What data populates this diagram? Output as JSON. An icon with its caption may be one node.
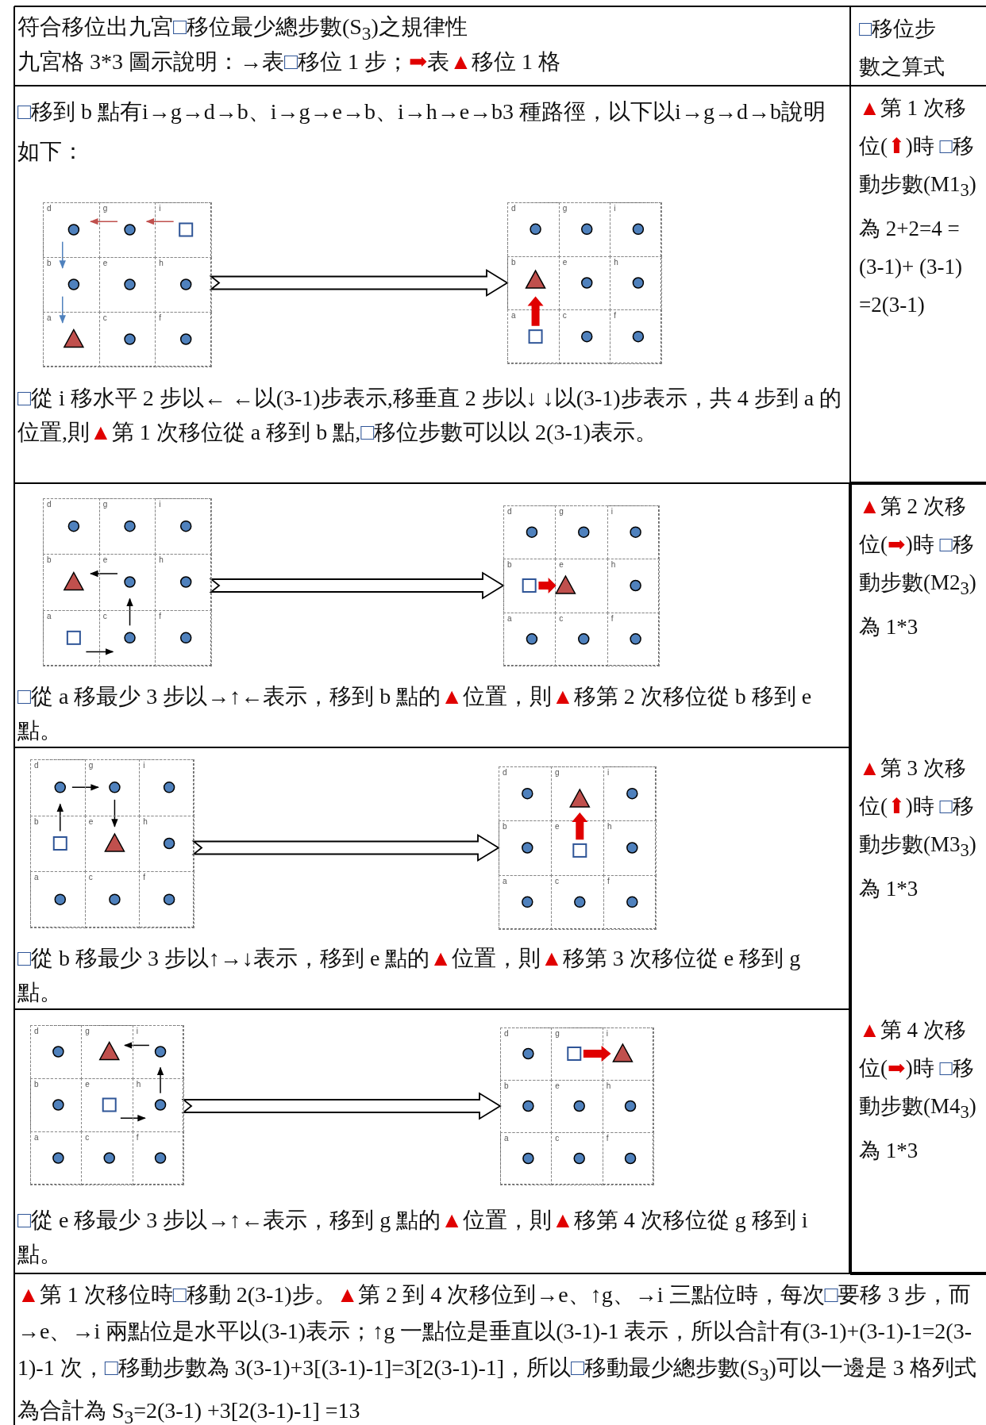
{
  "diagram": {
    "nodes": [
      {
        "text": [],
        "shape": "box"
      },
      {
        "text": [
          "d"
        ],
        "in": 0
      },
      {
        "text": [
          "g"
        ],
        "in": 0
      },
      {
        "text": [
          "i"
        ],
        "in": 0
      },
      {
        "text": [
          "b"
        ],
        "in": 0
      },
      {
        "text": [
          "e"
        ],
        "in": 0
      },
      {
        "text": [
          "h"
        ],
        "in": 0
      },
      {
        "text": [
          "a"
        ],
        "in": 0
      },
      {
        "text": [
          "c"
        ],
        "in": 0
      },
      {
        "text": [
          "f"
        ],
        "in": 0
      },
      {
        "text": [],
        "shape": "box"
      },
      {
        "text": [
          "d"
        ],
        "in": 10
      },
      {
        "text": [
          "g"
        ],
        "in": 10
      },
      {
        "text": [
          "i"
        ],
        "in": 10
      },
      {
        "text": [
          "b"
        ],
        "in": 10
      },
      {
        "text": [
          "e"
        ],
        "in": 10
      },
      {
        "text": [
          "h"
        ],
        "in": 10
      },
      {
        "text": [
          "a"
        ],
        "in": 10
      },
      {
        "text": [
          "c"
        ],
        "in": 10
      },
      {
        "text": [
          "f"
        ],
        "in": 10
      },
      {
        "text": [],
        "shape": "box"
      },
      {
        "text": [
          "d"
        ],
        "in": 20
      },
      {
        "text": [
          "g"
        ],
        "in": 20
      },
      {
        "text": [
          "i"
        ],
        "in": 20
      },
      {
        "text": [
          "b"
        ],
        "in": 20
      },
      {
        "text": [
          "e"
        ],
        "in": 20
      },
      {
        "text": [
          "h"
        ],
        "in": 20
      },
      {
        "text": [
          "a"
        ],
        "in": 20
      },
      {
        "text": [
          "c"
        ],
        "in": 20
      },
      {
        "text": [
          "f"
        ],
        "in": 20
      },
      {
        "text": [],
        "shape": "box"
      },
      {
        "text": [
          "d"
        ],
        "in": 30
      },
      {
        "text": [
          "g"
        ],
        "in": 30
      },
      {
        "text": [
          "i"
        ],
        "in": 30
      },
      {
        "text": [
          "b"
        ],
        "in": 30
      },
      {
        "text": [
          "e"
        ],
        "in": 30
      },
      {
        "text": [
          "h"
        ],
        "in": 30
      },
      {
        "text": [
          "a"
        ],
        "in": 30
      },
      {
        "text": [
          "c"
        ],
        "in": 30
      },
      {
        "text": [
          "f"
        ],
        "in": 30
      },
      {
        "text": [],
        "shape": "box"
      },
      {
        "text": [
          "d"
        ],
        "in": 40
      },
      {
        "text": [
          "g"
        ],
        "in": 40
      },
      {
        "text": [
          "i"
        ],
        "in": 40
      },
      {
        "text": [
          "b"
        ],
        "in": 40
      },
      {
        "text": [
          "e"
        ],
        "in": 40
      },
      {
        "text": [
          "h"
        ],
        "in": 40
      },
      {
        "text": [
          "a"
        ],
        "in": 40
      },
      {
        "text": [
          "c"
        ],
        "in": 40
      },
      {
        "text": [
          "f"
        ],
        "in": 40
      },
      {
        "text": [],
        "shape": "box"
      },
      {
        "text": [
          "d"
        ],
        "in": 50
      },
      {
        "text": [
          "g"
        ],
        "in": 50
      },
      {
        "text": [
          "i"
        ],
        "in": 50
      },
      {
        "text": [
          "b"
        ],
        "in": 50
      },
      {
        "text": [
          "e"
        ],
        "in": 50
      },
      {
        "text": [
          "h"
        ],
        "in": 50
      },
      {
        "text": [
          "a"
        ],
        "in": 50
      },
      {
        "text": [
          "c"
        ],
        "in": 50
      },
      {
        "text": [
          "f"
        ],
        "in": 50
      },
      {
        "text": [],
        "shape": "box"
      },
      {
        "text": [
          "d"
        ],
        "in": 60
      },
      {
        "text": [
          "g"
        ],
        "in": 60
      },
      {
        "text": [
          "i"
        ],
        "in": 60
      },
      {
        "text": [
          "b"
        ],
        "in": 60
      },
      {
        "text": [
          "e"
        ],
        "in": 60
      },
      {
        "text": [
          "h"
        ],
        "in": 60
      },
      {
        "text": [
          "a"
        ],
        "in": 60
      },
      {
        "text": [
          "c"
        ],
        "in": 60
      },
      {
        "text": [
          "f"
        ],
        "in": 60
      },
      {
        "text": [],
        "shape": "box"
      },
      {
        "text": [
          "d"
        ],
        "in": 70
      },
      {
        "text": [
          "g"
        ],
        "in": 70
      },
      {
        "text": [
          "i"
        ],
        "in": 70
      },
      {
        "text": [
          "b"
        ],
        "in": 70
      },
      {
        "text": [
          "e"
        ],
        "in": 70
      },
      {
        "text": [
          "h"
        ],
        "in": 70
      },
      {
        "text": [
          "a"
        ],
        "in": 70
      },
      {
        "text": [
          "c"
        ],
        "in": 70
      },
      {
        "text": [
          "f"
        ],
        "in": 70
      }
    ],
    "edges": [
      {
        "from": 0,
        "to": 10,
        "arrow": "to",
        "style": "thick"
      },
      {
        "from": 20,
        "to": 30,
        "arrow": "to",
        "style": "thick"
      },
      {
        "from": 40,
        "to": 50,
        "arrow": "to",
        "style": "thick"
      },
      {
        "from": 60,
        "to": 70,
        "arrow": "to",
        "style": "thick"
      },
      {
        "from": 3,
        "to": 2,
        "arrow": "to",
        "color": "#c0504d"
      },
      {
        "from": 2,
        "to": 1,
        "arrow": "to",
        "color": "#c0504d"
      },
      {
        "from": 1,
        "to": 4,
        "arrow": "to",
        "color": "#4f81bd"
      },
      {
        "from": 4,
        "to": 7,
        "arrow": "to",
        "color": "#4f81bd"
      },
      {
        "from": 27,
        "to": 28,
        "arrow": "to"
      },
      {
        "from": 28,
        "to": 25,
        "arrow": "to"
      },
      {
        "from": 25,
        "to": 24,
        "arrow": "to"
      },
      {
        "from": 44,
        "to": 41,
        "arrow": "to"
      },
      {
        "from": 41,
        "to": 42,
        "arrow": "to"
      },
      {
        "from": 42,
        "to": 45,
        "arrow": "to"
      },
      {
        "from": 65,
        "to": 66,
        "arrow": "to"
      },
      {
        "from": 66,
        "to": 63,
        "arrow": "to"
      },
      {
        "from": 63,
        "to": 62,
        "arrow": "to"
      }
    ],
    "labels": [
      "符合移位出九宮□移位最少總步數(S$_{3}$)之規律性",
      "九宮格 3*3 圖示說明：→表□移位 1 步；➡表▲移位 1 格",
      "□移位步數之算式",
      "□移到 b 點有i→g→d→b、i→g→e→b、i→h→e→b3 種路徑，以下以i→g→d→b說明如下：",
      "□從 i 移水平 2 步以← ←以(3-1)步表示,移垂直 2 步以↓ ↓以(3-1)步表示，共 4 步到 a 的位置,則▲第 1 次移位從 a 移到 b 點,□移位步數可以以 2(3-1)表示。",
      "▲第 1 次移位(⬆)時 □移動步數(M1$_{3}$)為 2+2=4 =(3-1)+ (3-1) =2(3-1)",
      "□從 a 移最少 3 步以→↑←表示，移到 b 點的▲位置，則▲移第 2 次移位從 b 移到 e 點。",
      "▲第 2 次移位(➡)時 □移動步數(M2$_{3}$)為 1*3",
      "□從 b 移最少 3 步以↑→↓表示，移到 e 點的▲位置，則▲移第 3 次移位從 e 移到 g 點。",
      "▲第 3 次移位(⬆)時 □移動步數(M3$_{3}$)為 1*3",
      "□從 e 移最少 3 步以→↑←表示，移到 g 點的▲位置，則▲移第 4 次移位從 g 移到 i 點。",
      "▲第 4 次移位(➡)時 □移動步數(M4$_{3}$)為 1*3",
      "▲第 1 次移位時□移動 2(3-1)步。▲第 2 到 4 次移位到→e、↑g、→i 三點位時，每次□要移 3 步，而→e、→i 兩點位是水平以(3-1)表示；↑g 一點位是垂直以(3-1)-1 表示，所以合計有(3-1)+(3-1)-1=2(3-1)-1 次，□移動步數為 3(3-1)+3[(3-1)-1]=3[2(3-1)-1]，所以□移動最少總步數(S$_{3}$)可以一邊是 3 格列式為合計為 S$_{3}$=2(3-1) +3[2(3-1)-1] =13"
    ]
  }
}
